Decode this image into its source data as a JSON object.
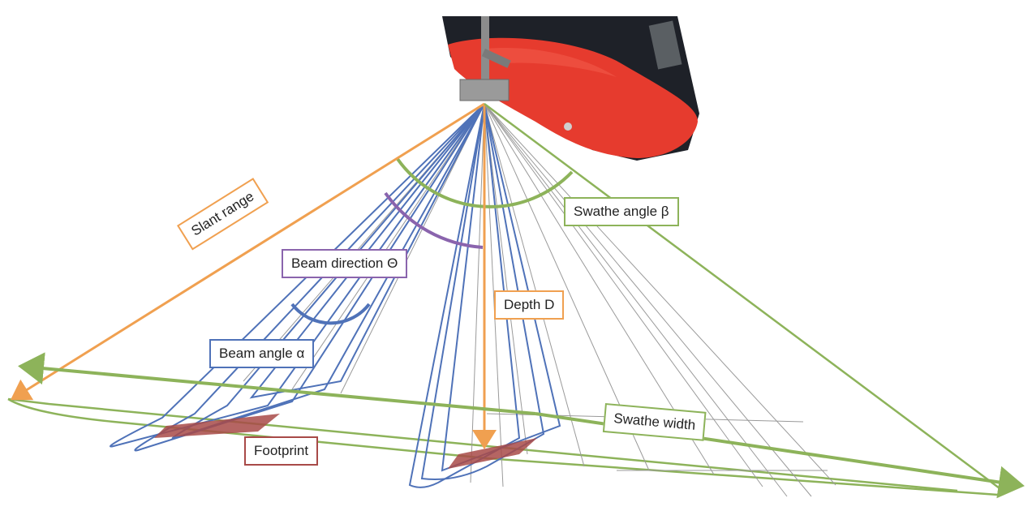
{
  "labels": {
    "slant_range": "Slant range",
    "swathe_angle": "Swathe angle β",
    "beam_direction": "Beam direction Θ",
    "depth": "Depth D",
    "beam_angle": "Beam angle α",
    "swathe_width": "Swathe width",
    "footprint": "Footprint"
  },
  "colors": {
    "orange": "#f0a050",
    "green": "#8db35a",
    "purple": "#8a64ad",
    "blue": "#4f72b8",
    "red": "#a84a48",
    "hull_red": "#e63b2e",
    "hull_dark": "#1e2128",
    "transducer": "#8c8c8c",
    "fan_lines": "#9a9a9a"
  }
}
